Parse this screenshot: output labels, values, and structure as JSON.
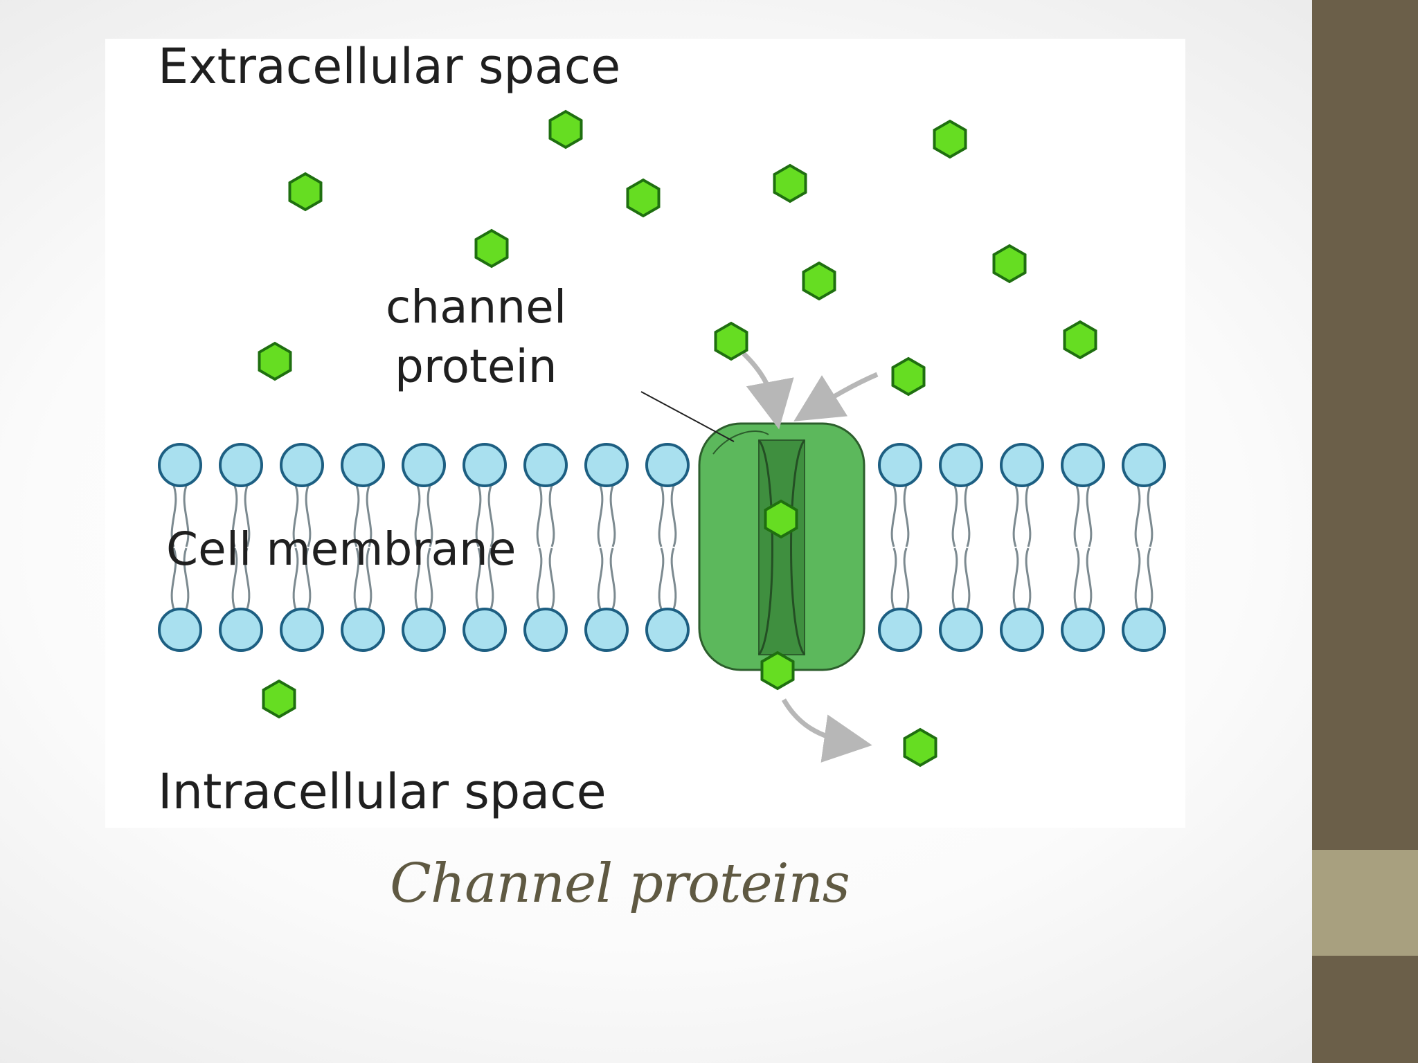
{
  "diagram": {
    "label_extracellular": "Extracellular space",
    "label_intracellular": "Intracellular space",
    "label_channel_line1": "channel",
    "label_channel_line2": "protein",
    "label_membrane": "Cell membrane"
  },
  "caption": "Channel proteins",
  "colors": {
    "side_bar": "#6b5f49",
    "side_accent": "#a8a07f",
    "molecule": "#66dd22",
    "channel_protein": "#5cb85c",
    "phospholipid_head": "#a9e0ef",
    "caption": "#5f5942"
  }
}
